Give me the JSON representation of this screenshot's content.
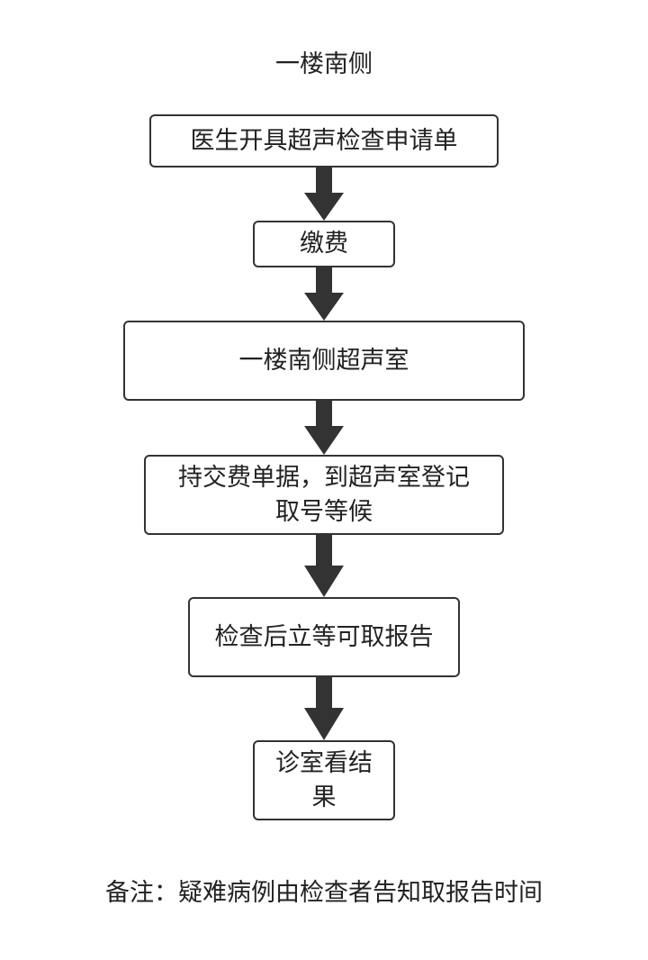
{
  "title": "一楼南侧",
  "steps": [
    "医生开具超声检查申请单",
    "缴费",
    "一楼南侧超声室",
    "持交费单据，到超声室登记取号等候",
    "检查后立等可取报告",
    "诊室看结果"
  ],
  "note": "备注：疑难病例由检查者告知取报告时间",
  "colors": {
    "stroke": "#333333",
    "text": "#222222",
    "background": "#ffffff"
  }
}
